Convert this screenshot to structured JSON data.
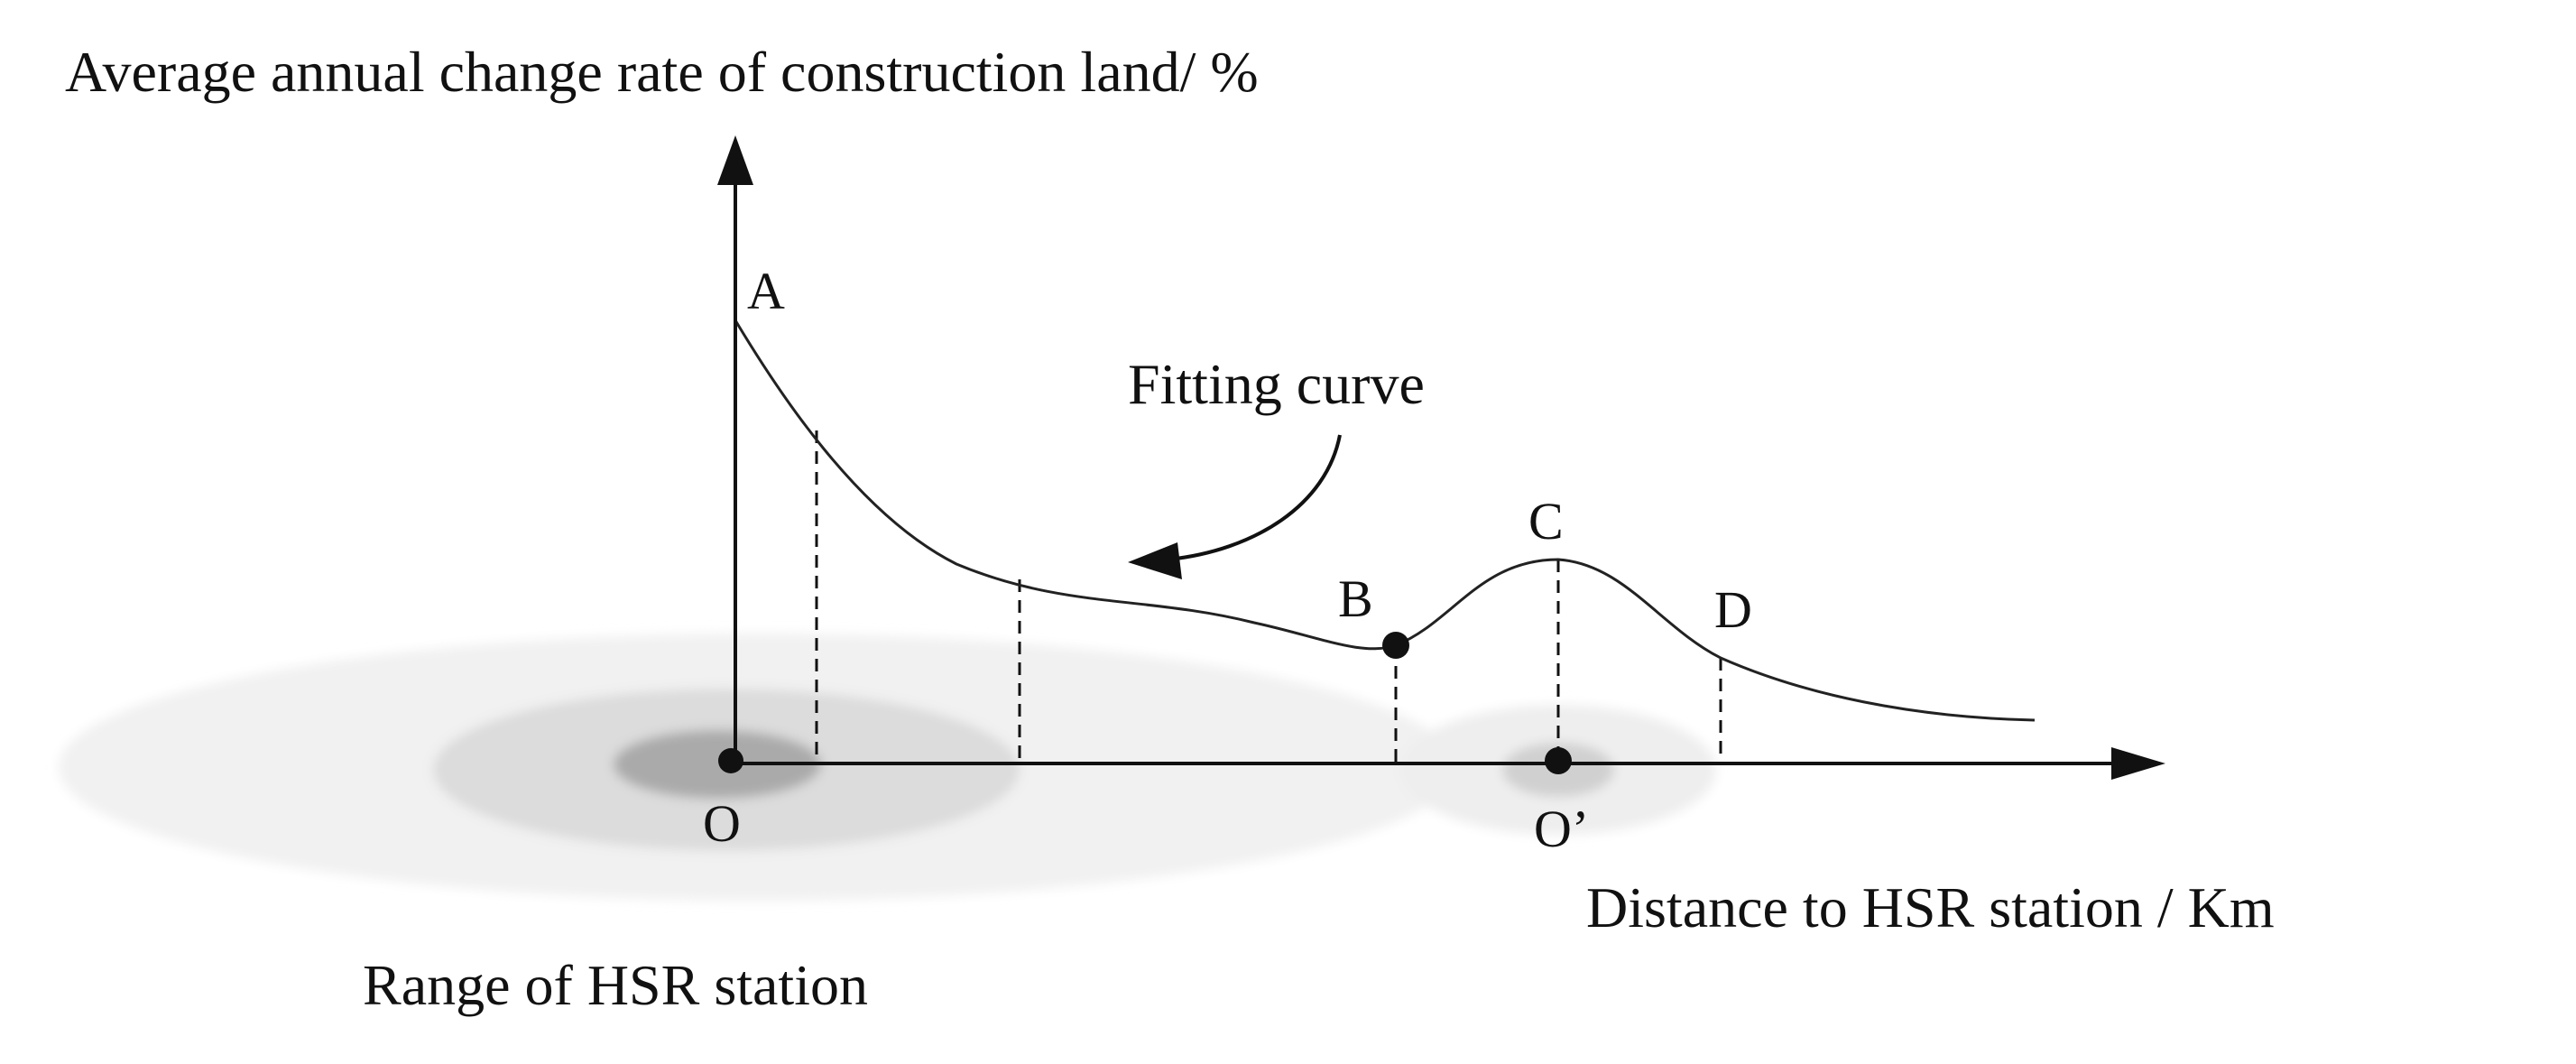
{
  "diagram": {
    "y_axis_label": "Average annual change rate of construction land/ %",
    "x_axis_label": "Distance to HSR station / Km",
    "range_label": "Range of HSR station",
    "curve_label": "Fitting curve",
    "points": {
      "a": "A",
      "b": "B",
      "c": "C",
      "d": "D",
      "o": "O",
      "o_prime": "O’"
    },
    "colors": {
      "ink": "#111111",
      "outer_zone": "#f1f1f1",
      "middle_zone": "#dcdcdc",
      "inner_zone": "#aaaaaa",
      "secondary_zone_outer": "#eeeeee",
      "secondary_zone_inner": "#d0d0d0"
    }
  }
}
